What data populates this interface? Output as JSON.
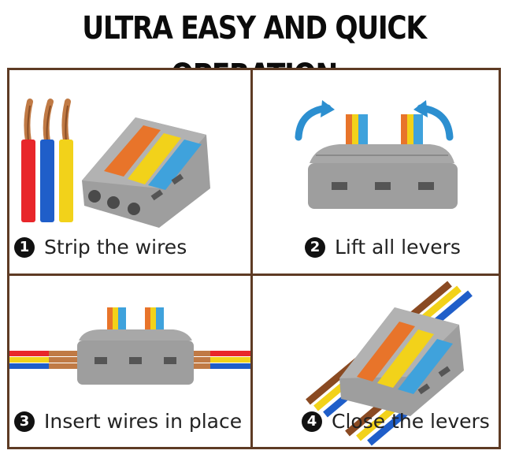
{
  "title": "ULTRA EASY AND QUICK OPERATION",
  "colors": {
    "border": "#5e3b24",
    "housing": "#9e9e9e",
    "red": "#e8262a",
    "blue": "#1f5ec9",
    "yellow": "#f2d21a",
    "orange": "#e8742a",
    "sky": "#3fa2dc",
    "copper": "#c07a45",
    "arrow": "#2c8fd0"
  },
  "steps": [
    {
      "number": "1",
      "label": "Strip the wires",
      "illustration": "stripped-wires-and-connector"
    },
    {
      "number": "2",
      "label": "Lift all levers",
      "illustration": "connector-levers-lifted"
    },
    {
      "number": "3",
      "label": "Insert wires in place",
      "illustration": "wires-inserted-into-connector"
    },
    {
      "number": "4",
      "label": "Close the levers",
      "illustration": "connector-levers-closed"
    }
  ]
}
